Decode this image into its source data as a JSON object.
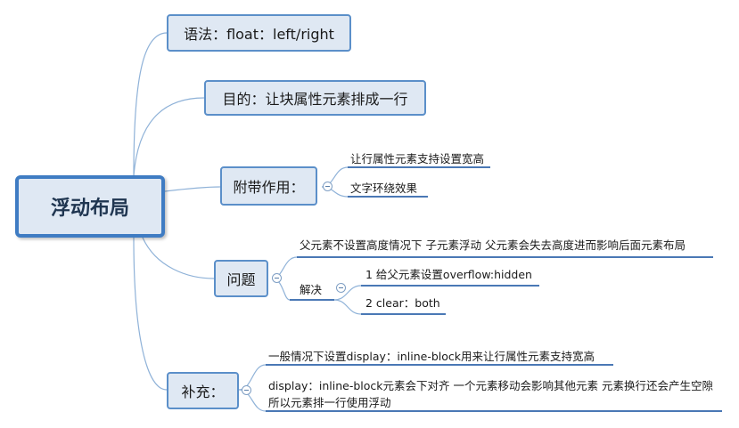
{
  "root": {
    "label": "浮动布局"
  },
  "branches": {
    "syntax": {
      "label": "语法：float：left/right"
    },
    "purpose": {
      "label": "目的：让块属性元素排成一行"
    },
    "side_effect": {
      "label": "附带作用：",
      "children": [
        "让行属性元素支持设置宽高",
        "文字环绕效果"
      ]
    },
    "problem": {
      "label": "问题",
      "description": "父元素不设置高度情况下 子元素浮动 父元素会失去高度进而影响后面元素布局",
      "solution": {
        "label": "解决",
        "children": [
          "1 给父元素设置overflow:hidden",
          "2 clear：both"
        ]
      }
    },
    "supplement": {
      "label": "补充：",
      "children": [
        "一般情况下设置display：inline-block用来让行属性元素支持宽高",
        "display：inline-block元素会下对齐 一个元素移动会影响其他元素 元素换行还会产生空隙 所以元素排一行使用浮动"
      ]
    }
  },
  "colors": {
    "node_fill": "#dfe8f3",
    "node_border": "#5b8fc9",
    "root_border": "#3f7cc3",
    "connector": "#8fb2d8",
    "leaf_underline": "#4a78b5"
  }
}
